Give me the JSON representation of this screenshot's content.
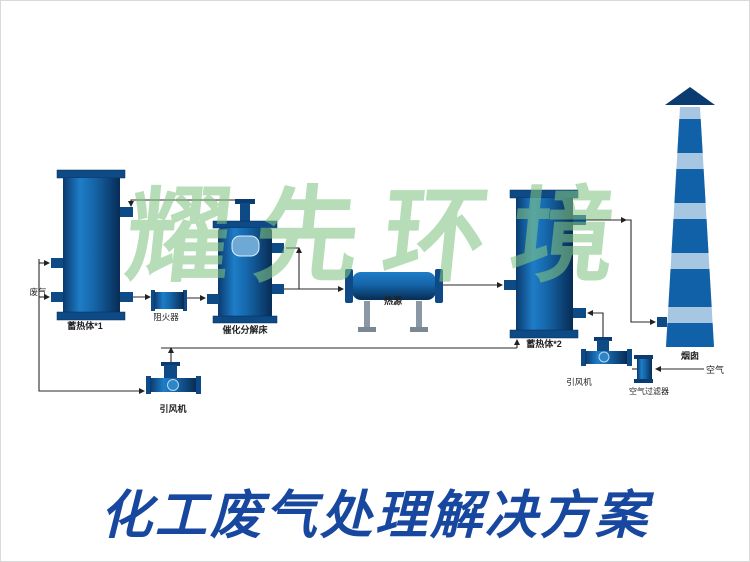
{
  "watermark": {
    "text": "耀先环境"
  },
  "title": {
    "text": "化工废气处理解决方案"
  },
  "diagram": {
    "labels": {
      "waste_gas": "废气",
      "heat_storage_1": "蓄热体*1",
      "flame_arrester": "阻火器",
      "catalytic_bed": "催化分解床",
      "heat_source": "热源",
      "heat_storage_2": "蓄热体*2",
      "chimney": "烟囱",
      "fan_left": "引风机",
      "fan_right": "引风机",
      "air_filter": "空气过滤器",
      "air": "空气"
    },
    "colors": {
      "vessel_blue_dark": "#0a3a6e",
      "vessel_blue": "#1565a8",
      "vessel_blue_light": "#2e86c8",
      "chimney_light_band": "#a6c6e1",
      "watermark_green": "#82c584",
      "title_blue": "#17479e",
      "line_color": "#222222"
    }
  }
}
